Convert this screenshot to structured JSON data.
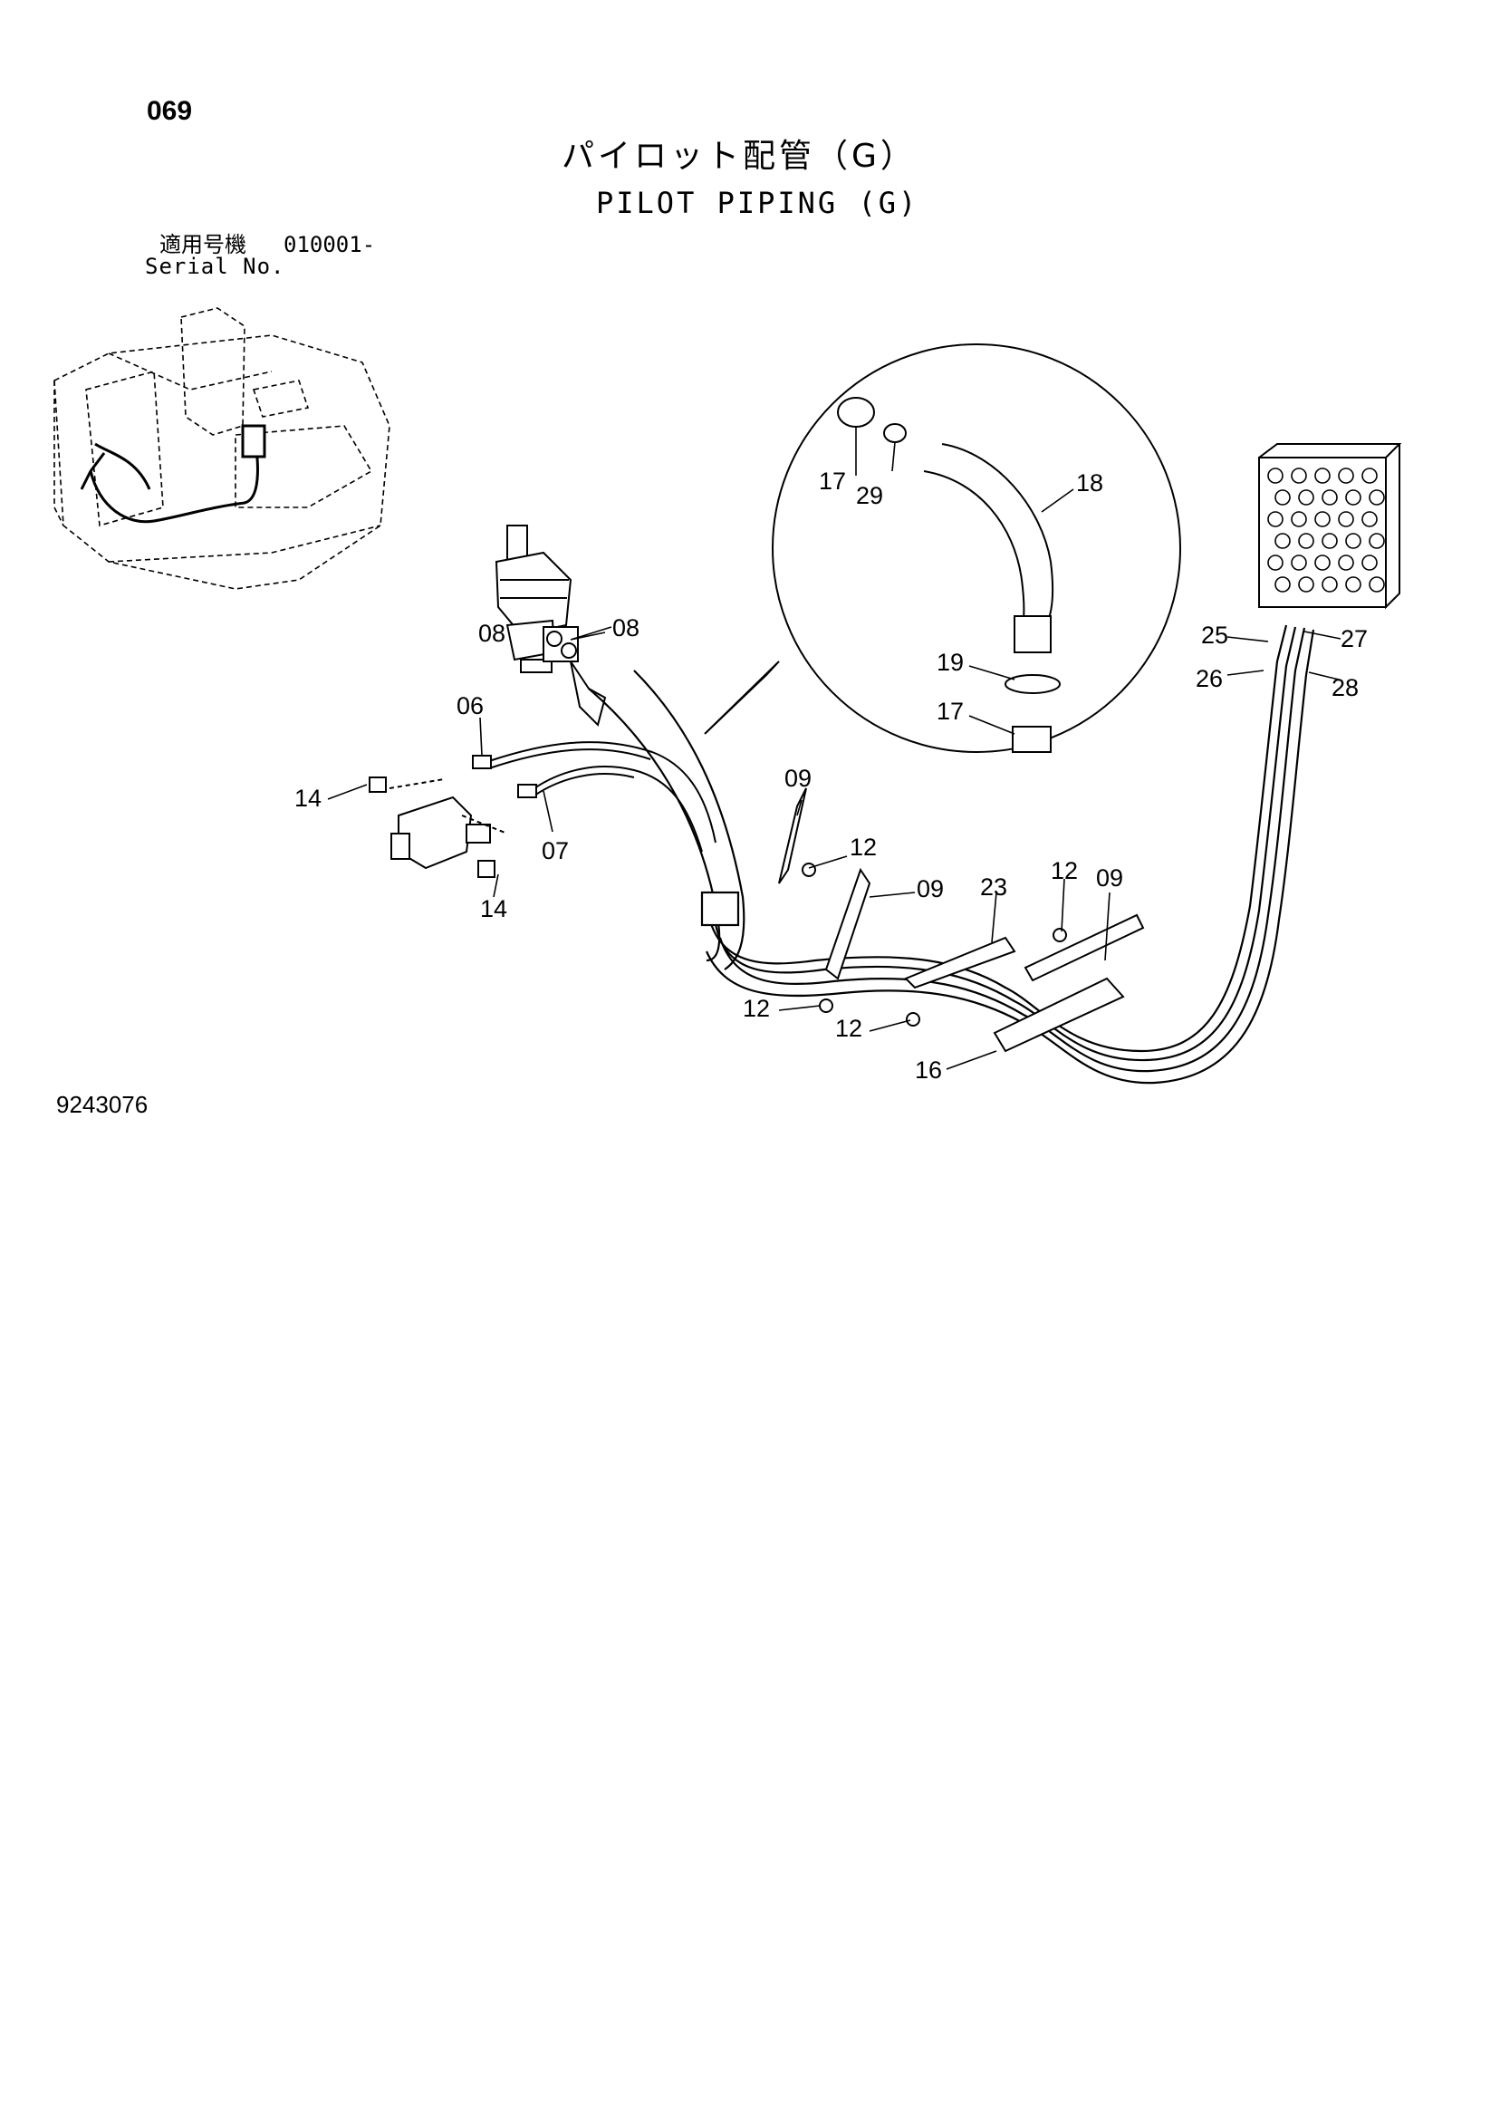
{
  "header": {
    "page_number": "069",
    "title_jp": "パイロット配管（G）",
    "title_en": "PILOT PIPING (G)",
    "serial_label_jp": "適用号機",
    "serial_label_en": "Serial No.",
    "serial_value": "010001-"
  },
  "drawing_number": "9243076",
  "callouts": {
    "c06": "06",
    "c07": "07",
    "c08a": "08",
    "c08b": "08",
    "c09a": "09",
    "c09b": "09",
    "c09c": "09",
    "c12a": "12",
    "c12b": "12",
    "c12c": "12",
    "c12d": "12",
    "c14a": "14",
    "c14b": "14",
    "c16": "16",
    "c17a": "17",
    "c17b": "17",
    "c18": "18",
    "c19": "19",
    "c23": "23",
    "c25": "25",
    "c26": "26",
    "c27": "27",
    "c28": "28",
    "c29": "29"
  }
}
